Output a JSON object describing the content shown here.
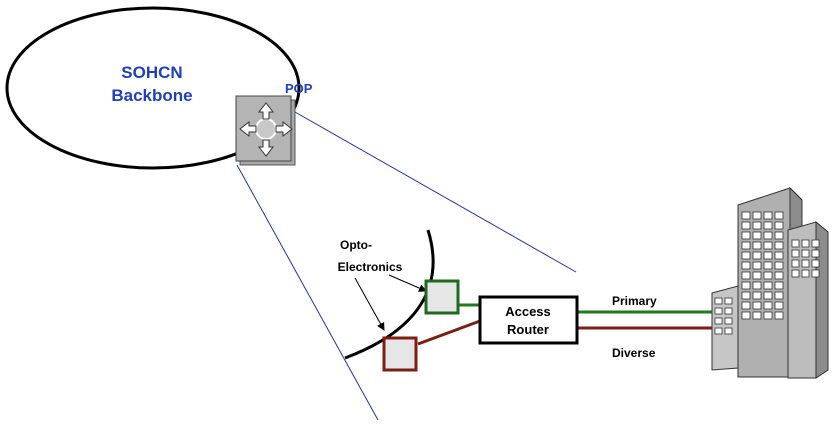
{
  "backbone": {
    "line1": "SOHCN",
    "line2": "Backbone",
    "color": "#1f3fbf"
  },
  "pop": {
    "label": "POP",
    "color": "#1f3fbf",
    "icon": "router-arrows-icon"
  },
  "opto": {
    "line1": "Opto-",
    "line2": "Electronics"
  },
  "access_router": {
    "line1": "Access",
    "line2": "Router"
  },
  "links": {
    "primary": {
      "label": "Primary",
      "color": "#1f7a1f"
    },
    "diverse": {
      "label": "Diverse",
      "color": "#7a1f12"
    }
  },
  "building": {
    "icon": "office-building-icon"
  }
}
